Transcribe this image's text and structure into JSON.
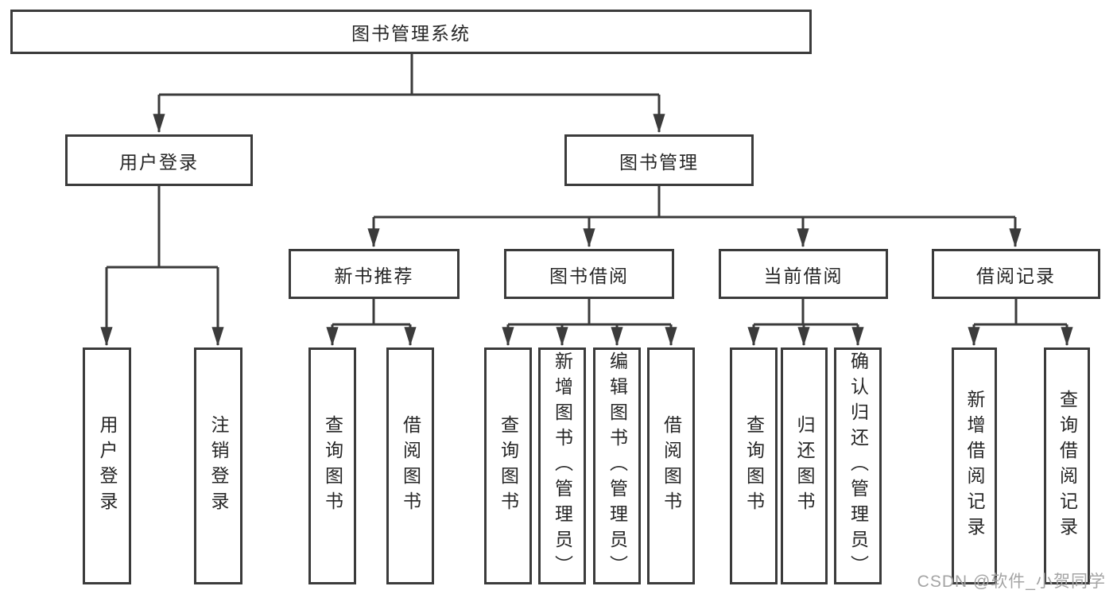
{
  "diagram_title": "图书管理系统",
  "watermark": "CSDN @软件_小贺同学",
  "colors": {
    "line": "#3b3b3b",
    "box_border": "#3b3b3b",
    "text": "#262626",
    "background": "#ffffff",
    "watermark": "#a4a4a4"
  },
  "nodes": {
    "root": {
      "label": "图书管理系统"
    },
    "user_login": {
      "label": "用户登录",
      "children": [
        {
          "label": "用户登录"
        },
        {
          "label": "注销登录"
        }
      ]
    },
    "book_management": {
      "label": "图书管理"
    },
    "new_book_recommend": {
      "label": "新书推荐",
      "children": [
        {
          "label": "查询图书"
        },
        {
          "label": "借阅图书"
        }
      ]
    },
    "book_borrow": {
      "label": "图书借阅",
      "children": [
        {
          "label": "查询图书"
        },
        {
          "label": "新增图书（管理员）"
        },
        {
          "label": "编辑图书（管理员）"
        },
        {
          "label": "借阅图书"
        }
      ]
    },
    "current_borrow": {
      "label": "当前借阅",
      "children": [
        {
          "label": "查询图书"
        },
        {
          "label": "归还图书"
        },
        {
          "label": "确认归还（管理员）"
        }
      ]
    },
    "borrow_records": {
      "label": "借阅记录",
      "children": [
        {
          "label": "新增借阅记录"
        },
        {
          "label": "查询借阅记录"
        }
      ]
    }
  }
}
